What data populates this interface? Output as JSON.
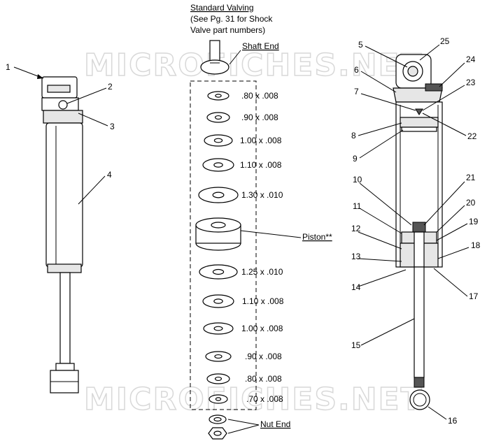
{
  "header": {
    "title": "Standard Valving",
    "note_line1": "(See Pg. 31 for Shock",
    "note_line2": "Valve part numbers)"
  },
  "watermark": {
    "top": "MICROFICHES.NET",
    "bottom": "MICROFICHES.NET"
  },
  "stack_labels": {
    "shaft_end": "Shaft End",
    "piston": "Piston**",
    "nut_end": "Nut End"
  },
  "washers": [
    {
      "size": ".80 x .008"
    },
    {
      "size": ".90 x .008"
    },
    {
      "size": "1.00 x .008"
    },
    {
      "size": "1.10 x .008"
    },
    {
      "size": "1.30 x .010"
    },
    {
      "size": "1.25 x .010"
    },
    {
      "size": "1.10 x .008"
    },
    {
      "size": "1.00 x .008"
    },
    {
      "size": ".90 x .008"
    },
    {
      "size": ".80 x .008"
    },
    {
      "size": ".70 x .008"
    }
  ],
  "callouts": [
    "1",
    "2",
    "3",
    "4",
    "5",
    "6",
    "7",
    "8",
    "9",
    "10",
    "11",
    "12",
    "13",
    "14",
    "15",
    "16",
    "17",
    "18",
    "19",
    "20",
    "21",
    "22",
    "23",
    "24",
    "25"
  ]
}
